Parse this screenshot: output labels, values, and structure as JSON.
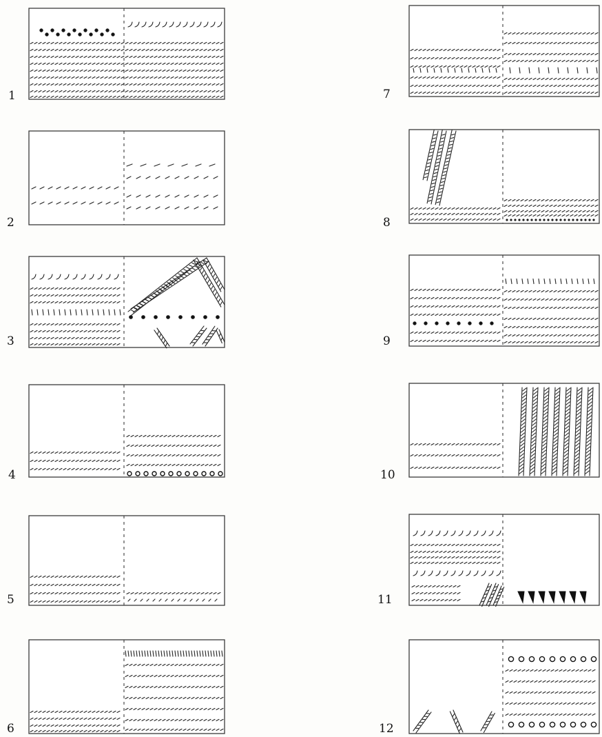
{
  "figure": {
    "panels": [
      {
        "id": "1",
        "label": "1"
      },
      {
        "id": "2",
        "label": "2"
      },
      {
        "id": "3",
        "label": "3"
      },
      {
        "id": "4",
        "label": "4"
      },
      {
        "id": "5",
        "label": "5"
      },
      {
        "id": "6",
        "label": "6"
      },
      {
        "id": "7",
        "label": "7"
      },
      {
        "id": "8",
        "label": "8"
      },
      {
        "id": "9",
        "label": "9"
      },
      {
        "id": "10",
        "label": "10"
      },
      {
        "id": "11",
        "label": "11"
      },
      {
        "id": "12",
        "label": "12"
      }
    ],
    "ink_color": "#222222"
  }
}
